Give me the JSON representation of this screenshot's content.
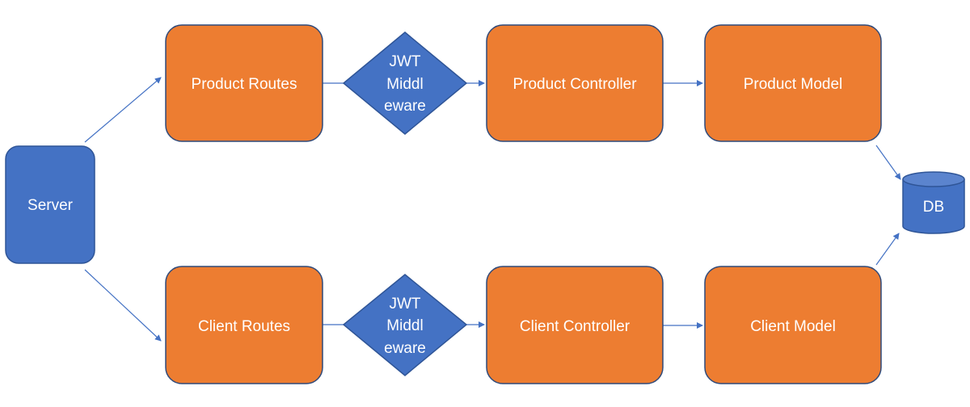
{
  "colors": {
    "process_fill": "#ED7D31",
    "process_stroke": "#2F4A7A",
    "blue_fill": "#4472C4",
    "blue_stroke": "#2F5597",
    "arrow": "#4472C4"
  },
  "nodes": {
    "server": "Server",
    "product_routes": "Product Routes",
    "product_jwt": [
      "JWT",
      "Middl",
      "eware"
    ],
    "product_controller": "Product Controller",
    "product_model": "Product Model",
    "client_routes": "Client Routes",
    "client_jwt": [
      "JWT",
      "Middl",
      "eware"
    ],
    "client_controller": "Client Controller",
    "client_model": "Client Model",
    "db": "DB"
  }
}
